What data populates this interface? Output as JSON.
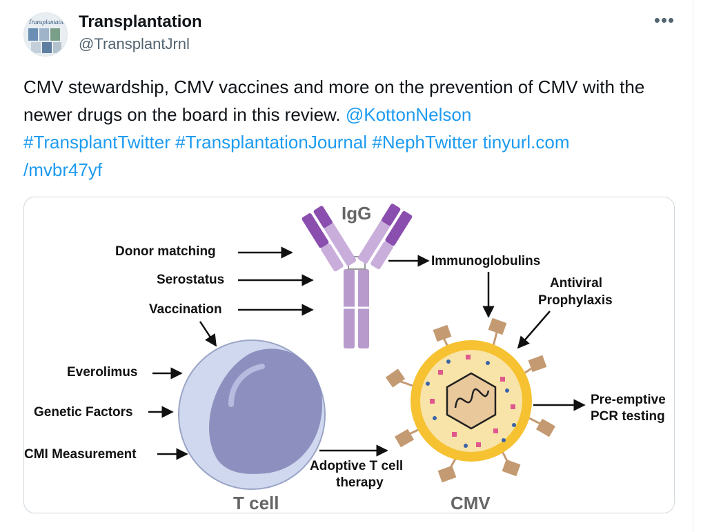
{
  "account": {
    "name": "Transplantation",
    "handle": "@TransplantJrnl",
    "avatar_text": "Transplantation"
  },
  "more_icon": "more-horizontal-icon",
  "tweet": {
    "text": "CMV stewardship, CMV vaccines and more on the prevention of CMV with the newer drugs on the board in this review.",
    "mention": "@KottonNelson",
    "hashtags": [
      "#TransplantTwitter",
      "#TransplantationJournal",
      "#NephTwitter"
    ],
    "link_line1": "tinyurl.com",
    "link_line2": "/mvbr47yf"
  },
  "figure": {
    "title_igg": "IgG",
    "label_tcell": "T cell",
    "label_cmv": "CMV",
    "donor_matching": "Donor matching",
    "serostatus": "Serostatus",
    "vaccination": "Vaccination",
    "everolimus": "Everolimus",
    "genetic_factors": "Genetic Factors",
    "cmi_measurement": "CMI Measurement",
    "immunoglobulins": "Immunoglobulins",
    "antiviral_line1": "Antiviral",
    "antiviral_line2": "Prophylaxis",
    "preemptive_line1": "Pre-emptive",
    "preemptive_line2": "PCR testing",
    "adoptive_line1": "Adoptive T cell",
    "adoptive_line2": "therapy"
  },
  "colors": {
    "link": "#1d9bf0",
    "antibody_dark": "#8a4fae",
    "antibody_light": "#c9aedb",
    "antibody_stem": "#b99acd",
    "tcell_outer": "#cfd8ee",
    "tcell_nucleus": "#8d90bf",
    "virus_ring": "#f6c232",
    "virus_inner": "#f8e4a8",
    "spike": "#c49a72"
  }
}
